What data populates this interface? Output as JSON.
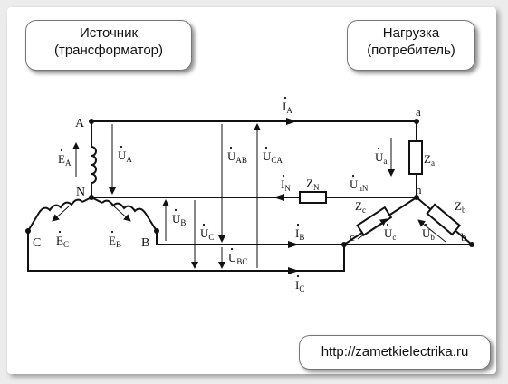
{
  "boxes": {
    "source_line1": "Источник",
    "source_line2": "(трансформатор)",
    "load_line1": "Нагрузка",
    "load_line2": "(потребитель)",
    "url": "http://zametkielectrika.ru"
  },
  "nodes": {
    "A": "A",
    "N": "N",
    "B": "B",
    "C": "C",
    "a": "a",
    "n": "n",
    "b": "b",
    "c": "c"
  },
  "labels": {
    "EA": "E",
    "EA_sub": "A",
    "EC": "E",
    "EC_sub": "C",
    "EB": "E",
    "EB_sub": "B",
    "UA": "U",
    "UA_sub": "A",
    "UAB": "U",
    "UAB_sub": "AB",
    "UCA": "U",
    "UCA_sub": "CA",
    "UB": "U",
    "UB_sub": "B",
    "UC": "U",
    "UC_sub": "C",
    "UBC": "U",
    "UBC_sub": "BC",
    "IA": "I",
    "IA_sub": "A",
    "IN": "I",
    "IN_sub": "N",
    "IB": "I",
    "IB_sub": "B",
    "IC": "I",
    "IC_sub": "C",
    "ZN": "Z",
    "ZN_sub": "N",
    "UnN": "U",
    "UnN_sub": "nN",
    "Ua": "U",
    "Ua_sub": "a",
    "Za": "Z",
    "Za_sub": "a",
    "Zc": "Z",
    "Zc_sub": "c",
    "Zb": "Z",
    "Zb_sub": "b",
    "Uc": "U",
    "Uc_sub": "c",
    "Ub": "U",
    "Ub_sub": "b"
  }
}
